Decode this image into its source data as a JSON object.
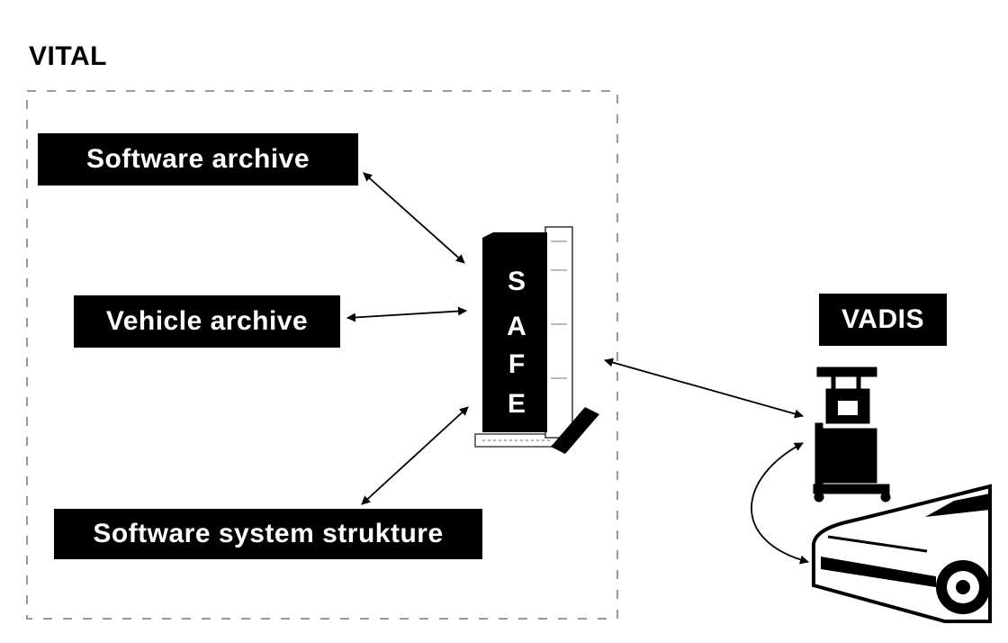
{
  "title": "VITAL",
  "labels": {
    "software_archive": "Software archive",
    "vehicle_archive": "Vehicle archive",
    "software_system": "Software system strukture",
    "vadis": "VADIS"
  },
  "server": {
    "letters": [
      "S",
      "A",
      "F",
      "E"
    ]
  },
  "colors": {
    "box_fill": "#000000",
    "box_text": "#ffffff",
    "frame": "#9a9a9a",
    "arrow": "#000000"
  },
  "icons": [
    "server-tower-icon",
    "diagnostic-cart-icon",
    "car-icon"
  ]
}
